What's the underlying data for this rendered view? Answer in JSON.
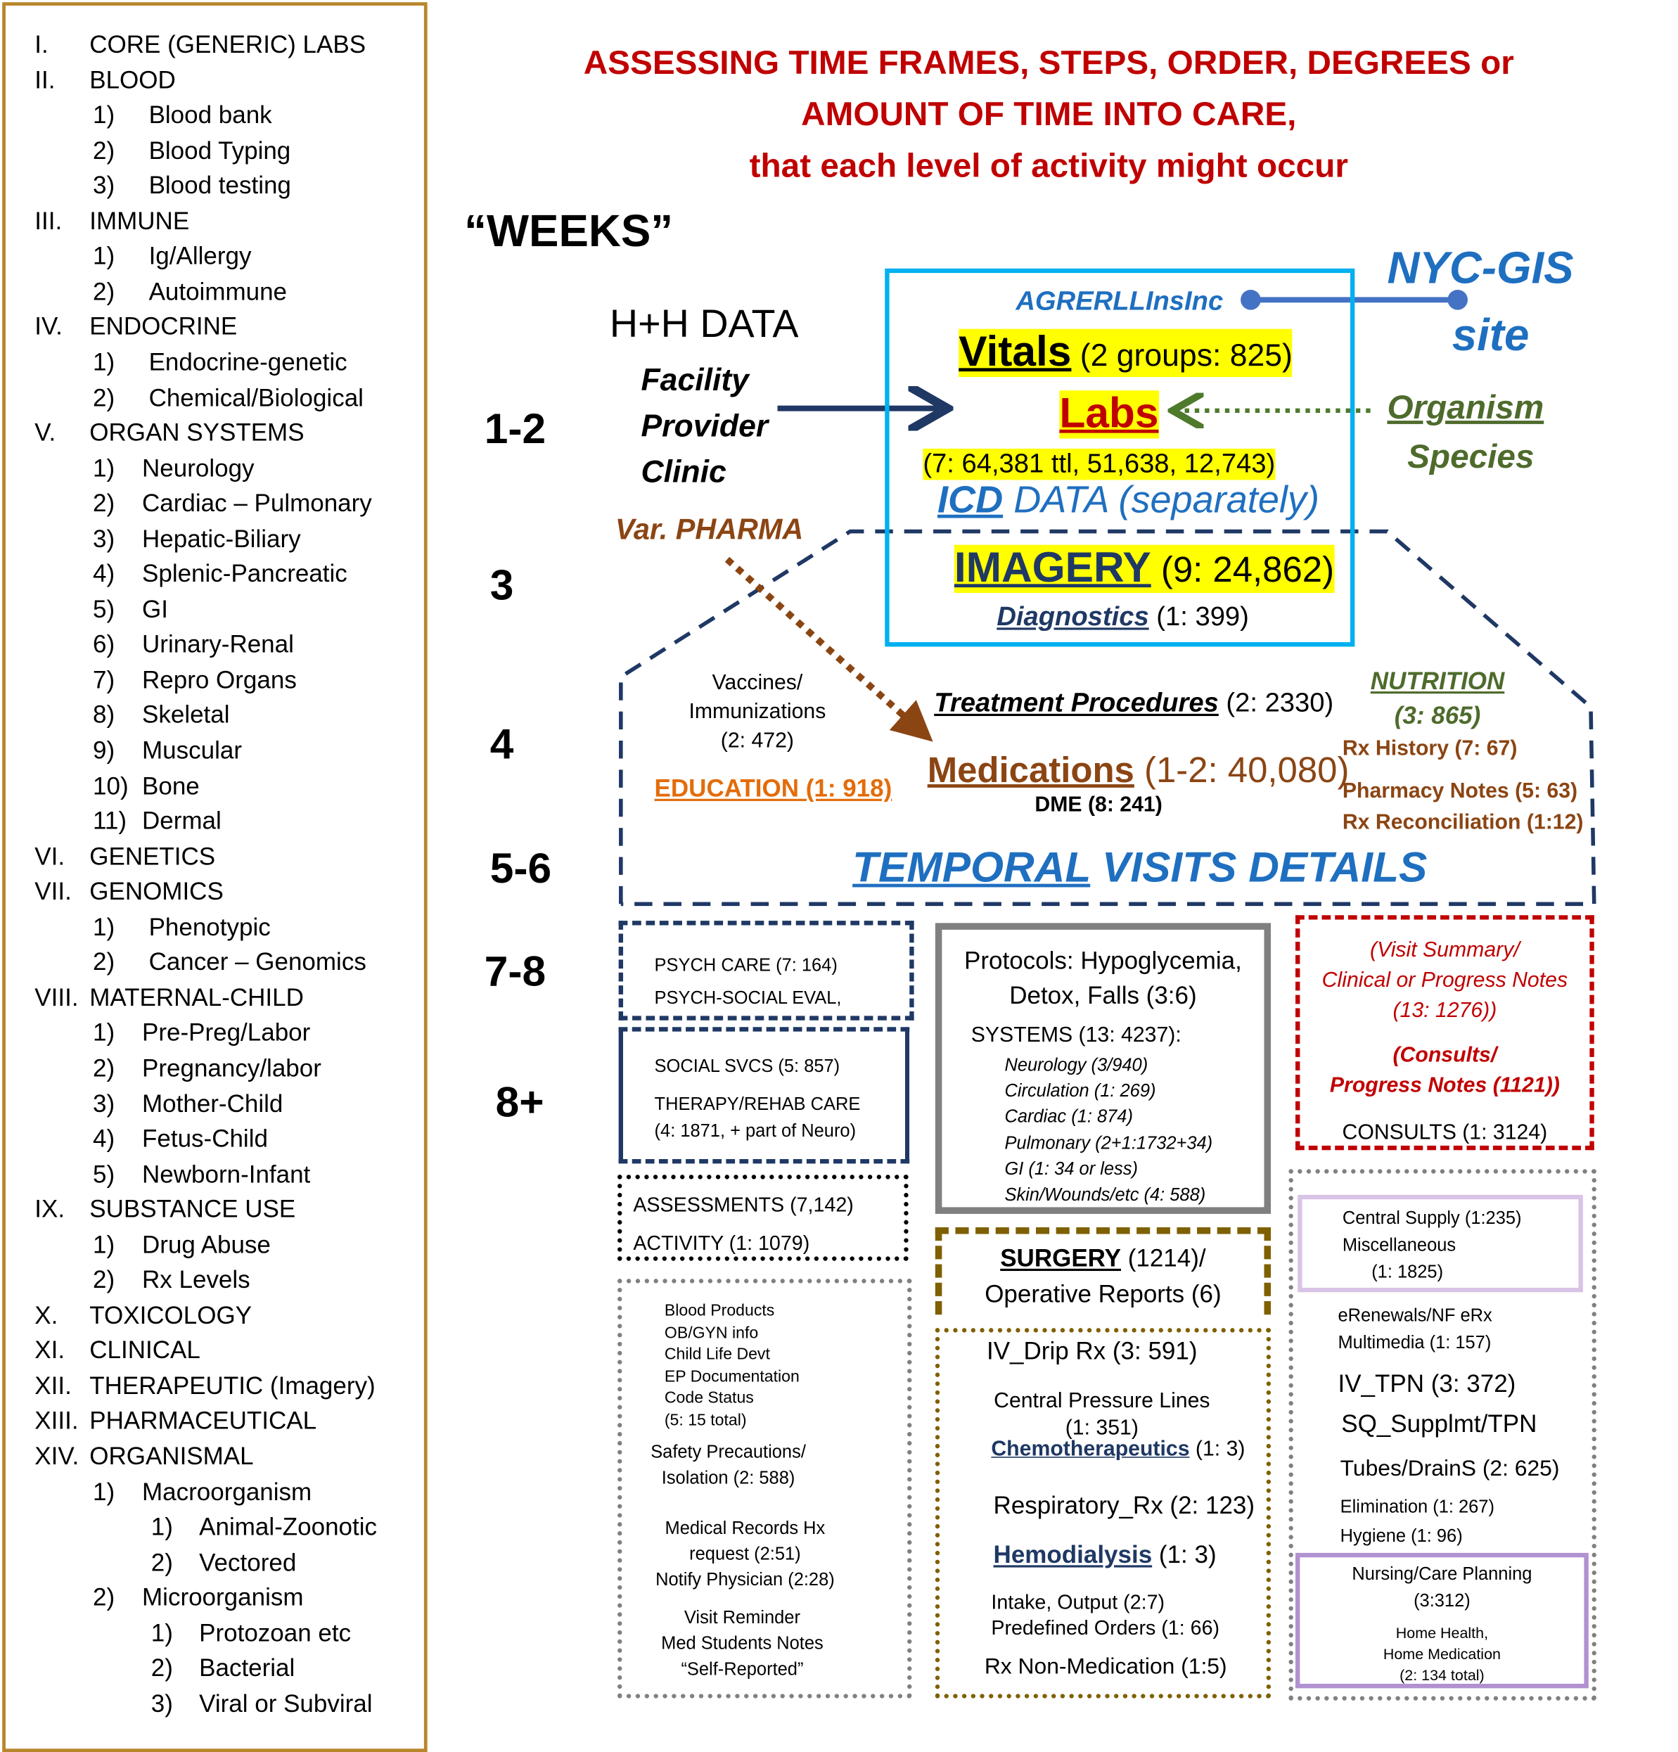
{
  "outline": [
    {
      "num": "I.",
      "label": "CORE (GENERIC) LABS",
      "level": 0
    },
    {
      "num": "II.",
      "label": "BLOOD",
      "level": 0
    },
    {
      "num": "1)",
      "label": "Blood bank",
      "level": 1
    },
    {
      "num": "2)",
      "label": "Blood Typing",
      "level": 1
    },
    {
      "num": "3)",
      "label": "Blood testing",
      "level": 1
    },
    {
      "num": "III.",
      "label": "IMMUNE",
      "level": 0
    },
    {
      "num": "1)",
      "label": "Ig/Allergy",
      "level": 1
    },
    {
      "num": "2)",
      "label": "Autoimmune",
      "level": 1
    },
    {
      "num": "IV.",
      "label": "ENDOCRINE",
      "level": 0
    },
    {
      "num": "1)",
      "label": "Endocrine-genetic",
      "level": 1
    },
    {
      "num": "2)",
      "label": "Chemical/Biological",
      "level": 1
    },
    {
      "num": "V.",
      "label": "ORGAN SYSTEMS",
      "level": 0
    },
    {
      "num": "1)",
      "label": "Neurology",
      "level": 1
    },
    {
      "num": "2)",
      "label": "Cardiac – Pulmonary",
      "level": 1
    },
    {
      "num": "3)",
      "label": "Hepatic-Biliary",
      "level": 1
    },
    {
      "num": "4)",
      "label": "Splenic-Pancreatic",
      "level": 1
    },
    {
      "num": "5)",
      "label": "GI",
      "level": 1
    },
    {
      "num": "6)",
      "label": "Urinary-Renal",
      "level": 1
    },
    {
      "num": "7)",
      "label": "Repro Organs",
      "level": 1
    },
    {
      "num": "8)",
      "label": "Skeletal",
      "level": 1
    },
    {
      "num": "9)",
      "label": "Muscular",
      "level": 1
    },
    {
      "num": "10)",
      "label": "Bone",
      "level": 1
    },
    {
      "num": "11)",
      "label": "Dermal",
      "level": 1
    },
    {
      "num": "VI.",
      "label": "GENETICS",
      "level": 0
    },
    {
      "num": "VII.",
      "label": "GENOMICS",
      "level": 0
    },
    {
      "num": "1)",
      "label": "Phenotypic",
      "level": 1
    },
    {
      "num": "2)",
      "label": "Cancer – Genomics",
      "level": 1
    },
    {
      "num": "VIII.",
      "label": "MATERNAL-CHILD",
      "level": 0
    },
    {
      "num": "1)",
      "label": "Pre-Preg/Labor",
      "level": 1
    },
    {
      "num": "2)",
      "label": "Pregnancy/labor",
      "level": 1
    },
    {
      "num": "3)",
      "label": "Mother-Child",
      "level": 1
    },
    {
      "num": "4)",
      "label": "Fetus-Child",
      "level": 1
    },
    {
      "num": "5)",
      "label": "Newborn-Infant",
      "level": 1
    },
    {
      "num": "IX.",
      "label": "SUBSTANCE USE",
      "level": 0
    },
    {
      "num": "1)",
      "label": "Drug Abuse",
      "level": 1
    },
    {
      "num": "2)",
      "label": "Rx Levels",
      "level": 1
    },
    {
      "num": "X.",
      "label": "TOXICOLOGY",
      "level": 0
    },
    {
      "num": "XI.",
      "label": "CLINICAL",
      "level": 0
    },
    {
      "num": "XII.",
      "label": "THERAPEUTIC (Imagery)",
      "level": 0
    },
    {
      "num": "XIII.",
      "label": "PHARMACEUTICAL",
      "level": 0
    },
    {
      "num": "XIV.",
      "label": "ORGANISMAL",
      "level": 0
    },
    {
      "num": "1)",
      "label": "Macroorganism",
      "level": 1
    },
    {
      "num": "1)",
      "label": "Animal-Zoonotic",
      "level": 2
    },
    {
      "num": "2)",
      "label": "Vectored",
      "level": 2
    },
    {
      "num": "2)",
      "label": "Microorganism",
      "level": 1
    },
    {
      "num": "1)",
      "label": "Protozoan etc",
      "level": 2
    },
    {
      "num": "2)",
      "label": "Bacterial",
      "level": 2
    },
    {
      "num": "3)",
      "label": "Viral or Subviral",
      "level": 2
    }
  ],
  "title": [
    "ASSESSING TIME FRAMES, STEPS, ORDER, DEGREES or",
    "AMOUNT OF TIME INTO CARE,",
    "that each level of activity might occur"
  ],
  "weeks_label": "“WEEKS”",
  "weeks": [
    "1-2",
    "3",
    "4",
    "5-6",
    "7-8",
    "8+"
  ],
  "hh": {
    "title": "H+H DATA",
    "lines": [
      "Facility",
      "Provider",
      "Clinic"
    ]
  },
  "agrerll": "AGRERLLInsInc",
  "nycgis": [
    "NYC-GIS",
    "site"
  ],
  "vitals": {
    "label": "Vitals",
    "count": "(2 groups: 825)"
  },
  "labs": {
    "label": "Labs",
    "count": "(7: 64,381 ttl, 51,638, 12,743)"
  },
  "organism": [
    "Organism",
    "Species"
  ],
  "icd": {
    "label": "ICD",
    "rest": "DATA (separately)"
  },
  "pharma": "Var. PHARMA",
  "imagery": {
    "label": "IMAGERY",
    "count": "(9: 24,862)"
  },
  "diagnostics": {
    "label": "Diagnostics",
    "count": "(1: 399)"
  },
  "vaccines": [
    "Vaccines/",
    "Immunizations",
    "(2: 472)"
  ],
  "education": "EDUCATION (1: 918)",
  "treatment": {
    "label": "Treatment Procedures",
    "count": "(2: 2330)"
  },
  "nutrition": [
    "NUTRITION",
    "(3: 865)"
  ],
  "rx_history": "Rx History (7: 67)",
  "medications": {
    "label": "Medications",
    "count": "(1-2: 40,080)"
  },
  "dme": "DME (8: 241)",
  "pharmacy_notes": "Pharmacy Notes (5: 63)",
  "rx_recon": "Rx Reconciliation (1:12)",
  "temporal": {
    "a": "TEMPORAL",
    "b": "VISITS DETAILS"
  },
  "psych": [
    "PSYCH CARE (7: 164)",
    "PSYCH-SOCIAL EVAL,"
  ],
  "social": [
    "SOCIAL SVCS (5: 857)",
    "THERAPY/REHAB CARE",
    "(4: 1871, + part of Neuro)"
  ],
  "assess": [
    "ASSESSMENTS (7,142)",
    "ACTIVITY (1: 1079)"
  ],
  "misc_left": {
    "small": [
      "Blood Products",
      "OB/GYN info",
      "Child Life Devt",
      "EP Documentation",
      "Code Status",
      "(5: 15 total)"
    ],
    "safety": [
      "Safety Precautions/",
      "Isolation (2: 588)"
    ],
    "records": [
      "Medical Records Hx",
      "request (2:51)",
      "Notify Physician (2:28)"
    ],
    "visit": [
      "Visit Reminder",
      "Med Students Notes",
      "“Self-Reported”"
    ]
  },
  "protocols": {
    "head": [
      "Protocols: Hypoglycemia,",
      "Detox, Falls (3:6)"
    ],
    "systems": "SYSTEMS (13: 4237):",
    "items": [
      "Neurology (3/940)",
      "Circulation (1: 269)",
      "Cardiac (1: 874)",
      "Pulmonary (2+1:1732+34)",
      "GI (1: 34 or less)",
      "Skin/Wounds/etc (4: 588)"
    ]
  },
  "surgery": {
    "label": "SURGERY",
    "count": "(1214)/",
    "line2": "Operative Reports (6)"
  },
  "iv": {
    "drip": "IV_Drip Rx (3: 591)",
    "cpl": [
      "Central Pressure Lines",
      "(1: 351)"
    ],
    "chemo": "Chemotherapeutics",
    "chemo_count": "(1: 3)",
    "resp": "Respiratory_Rx (2: 123)",
    "hemo": "Hemodialysis",
    "hemo_count": "(1: 3)",
    "io": [
      "Intake, Output (2:7)",
      "Predefined Orders (1: 66)"
    ],
    "nonmed": "Rx Non-Medication (1:5)"
  },
  "visit_summary": {
    "lines": [
      "(Visit Summary/",
      "Clinical or Progress Notes",
      "(13: 1276))"
    ],
    "consults_notes": [
      "(Consults/",
      "Progress Notes (1121))"
    ],
    "consults": "CONSULTS (1: 3124)"
  },
  "right_misc": {
    "supply": [
      "Central Supply (1:235)",
      "Miscellaneous",
      "(1: 1825)"
    ],
    "erenew": [
      "eRenewals/NF eRx",
      "Multimedia (1: 157)"
    ],
    "tpn": [
      "IV_TPN  (3: 372)",
      "SQ_Supplmt/TPN"
    ],
    "tubes": "Tubes/DrainS (2: 625)",
    "elim": [
      "Elimination (1: 267)",
      "Hygiene (1: 96)"
    ],
    "nursing": [
      "Nursing/Care Planning",
      "(3:312)"
    ],
    "home": [
      "Home Health,",
      "Home Medication",
      "(2: 134 total)"
    ]
  },
  "colors": {
    "red": "#c00000",
    "blue": "#1f6fc0",
    "navy": "#1f3864",
    "brown": "#8b4513",
    "green": "#4e6b2c",
    "cyan": "#00b0f0",
    "olive": "#7f6000",
    "orange": "#e36c0a"
  }
}
